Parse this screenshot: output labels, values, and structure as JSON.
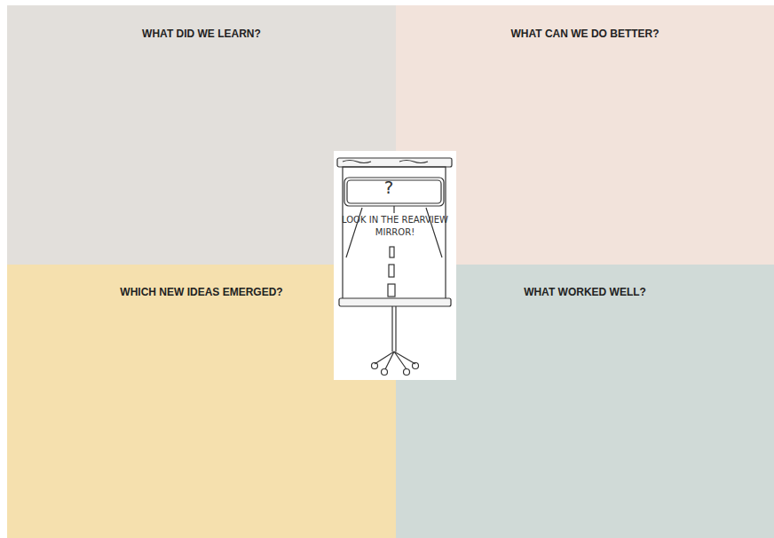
{
  "diagram": {
    "nodes": [
      {
        "text": [
          "WHAT DID WE LEARN?"
        ]
      },
      {
        "text": [
          "WHAT CAN WE DO BETTER?"
        ]
      },
      {
        "text": [
          "WHICH NEW IDEAS EMERGED?"
        ]
      },
      {
        "text": [
          "WHAT WORKED WELL?"
        ]
      }
    ],
    "labels": [
      "?",
      "LOOK IN THE REARVIEW MIRROR!"
    ]
  }
}
